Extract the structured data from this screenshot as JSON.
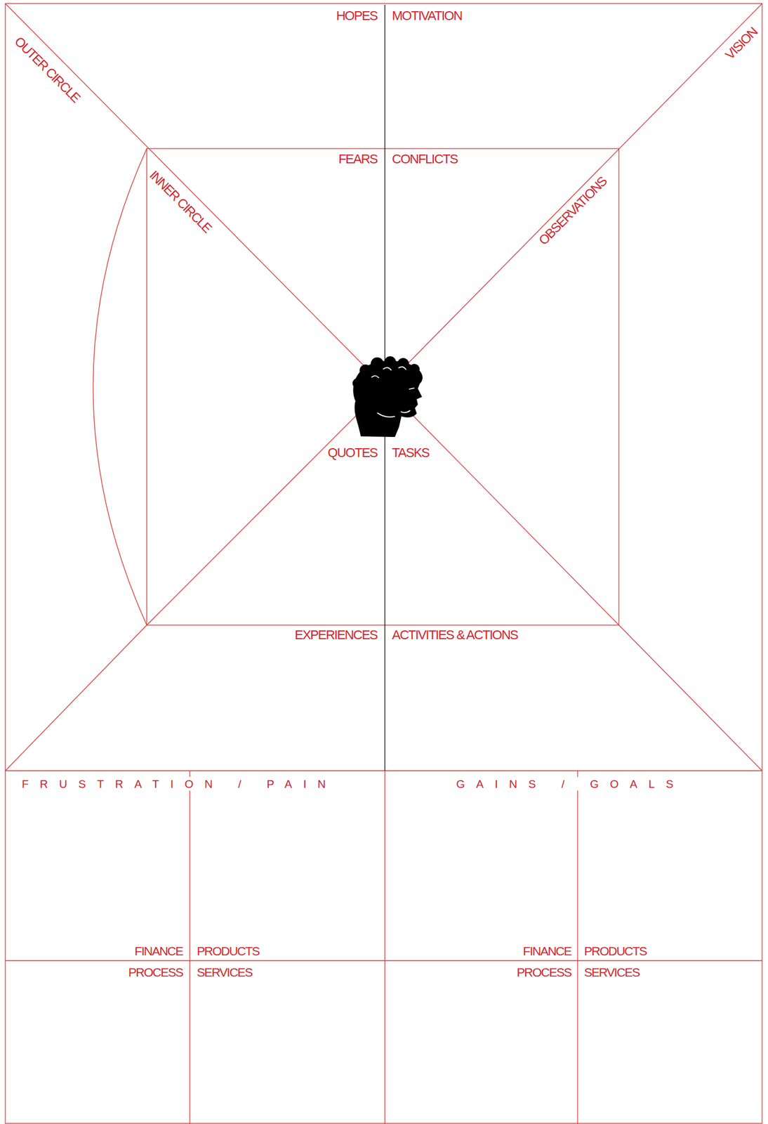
{
  "diagram": {
    "labels": [
      "HOPES",
      "MOTIVATION",
      "OUTER CIRCLE",
      "VISION",
      "FEARS",
      "CONFLICTS",
      "INNER CIRCLE",
      "OBSERVATIONS",
      "QUOTES",
      "TASKS",
      "EXPERIENCES",
      "ACTIVITIES & ACTIONS",
      "FRUSTRATION / PAIN",
      "GAINS / GOALS",
      "FINANCE",
      "PRODUCTS",
      "PROCESS",
      "SERVICES",
      "FINANCE",
      "PRODUCTS",
      "PROCESS",
      "SERVICES"
    ]
  }
}
